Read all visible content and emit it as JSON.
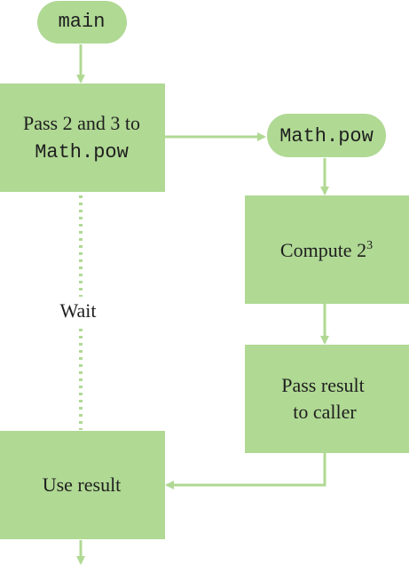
{
  "colors": {
    "fill": "#b0d994",
    "line": "#b0d994",
    "text": "#1e1e1e",
    "background": "#ffffff"
  },
  "nodes": {
    "main_terminal": "main",
    "pass_args_line1": "Pass 2 and 3 to",
    "pass_args_line2": "Math.pow",
    "pow_terminal": "Math.pow",
    "compute_base": "Compute 2",
    "compute_exponent": "3",
    "pass_result_line1": "Pass result",
    "pass_result_line2": "to caller",
    "use_result": "Use result",
    "wait_label": "Wait"
  }
}
